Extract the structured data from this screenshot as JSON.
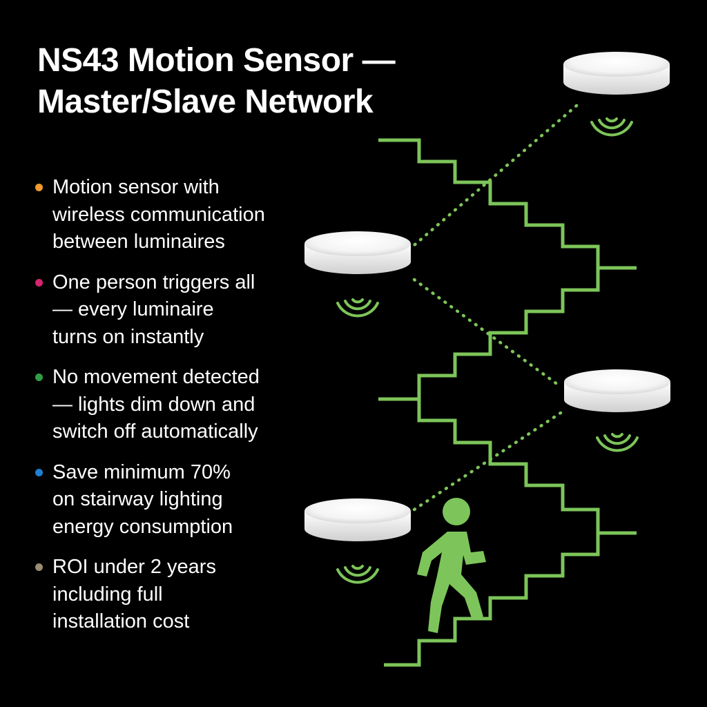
{
  "title": {
    "line1": "NS43 Motion Sensor —",
    "line2": "Master/Slave Network"
  },
  "bullets": [
    {
      "lines": [
        "Motion sensor with",
        "wireless communication",
        "between luminaires"
      ],
      "dot_color": "#f29a2e"
    },
    {
      "lines": [
        "One person triggers all",
        "— every luminaire",
        "turns on instantly"
      ],
      "dot_color": "#d6246e"
    },
    {
      "lines": [
        "No movement detected",
        "— lights dim down and",
        "switch off automatically"
      ],
      "dot_color": "#2f9e44"
    },
    {
      "lines": [
        "Save minimum 70%",
        "on stairway lighting",
        "energy consumption"
      ],
      "dot_color": "#1f7fd1"
    },
    {
      "lines": [
        "ROI under 2 years",
        "including full",
        "installation cost"
      ],
      "dot_color": "#9a8c72"
    }
  ],
  "colors": {
    "background": "#000000",
    "text": "#ffffff",
    "accent_green": "#7dc55a",
    "luminaire": "#ffffff"
  },
  "icons": {
    "luminaire": "ceiling-luminaire-icon",
    "signal": "wireless-signal-icon",
    "person": "walking-person-icon",
    "stairs": "staircase-outline"
  }
}
